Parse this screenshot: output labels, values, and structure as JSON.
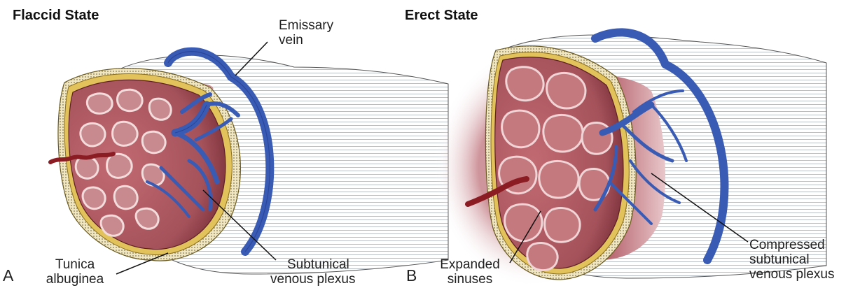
{
  "panel_a": {
    "title": "Flaccid State",
    "letter": "A",
    "labels": {
      "emissary_vein": [
        "Emissary",
        "vein"
      ],
      "tunica_albuginea": [
        "Tunica",
        "albuginea"
      ],
      "subtunical_plexus": [
        "Subtunical",
        "venous plexus"
      ]
    }
  },
  "panel_b": {
    "title": "Erect State",
    "letter": "B",
    "labels": {
      "expanded_sinuses": [
        "Expanded",
        "sinuses"
      ],
      "compressed_plexus": [
        "Compressed",
        "subtunical",
        "venous plexus"
      ]
    }
  },
  "colors": {
    "vein": "#3a5bb4",
    "vein_dark": "#1f3a8a",
    "tissue": "#b35a63",
    "tissue_dark": "#7a2b35",
    "tunica": "#e2c25a",
    "artery": "#8c1c24",
    "stripes": "#9aa2ad"
  }
}
